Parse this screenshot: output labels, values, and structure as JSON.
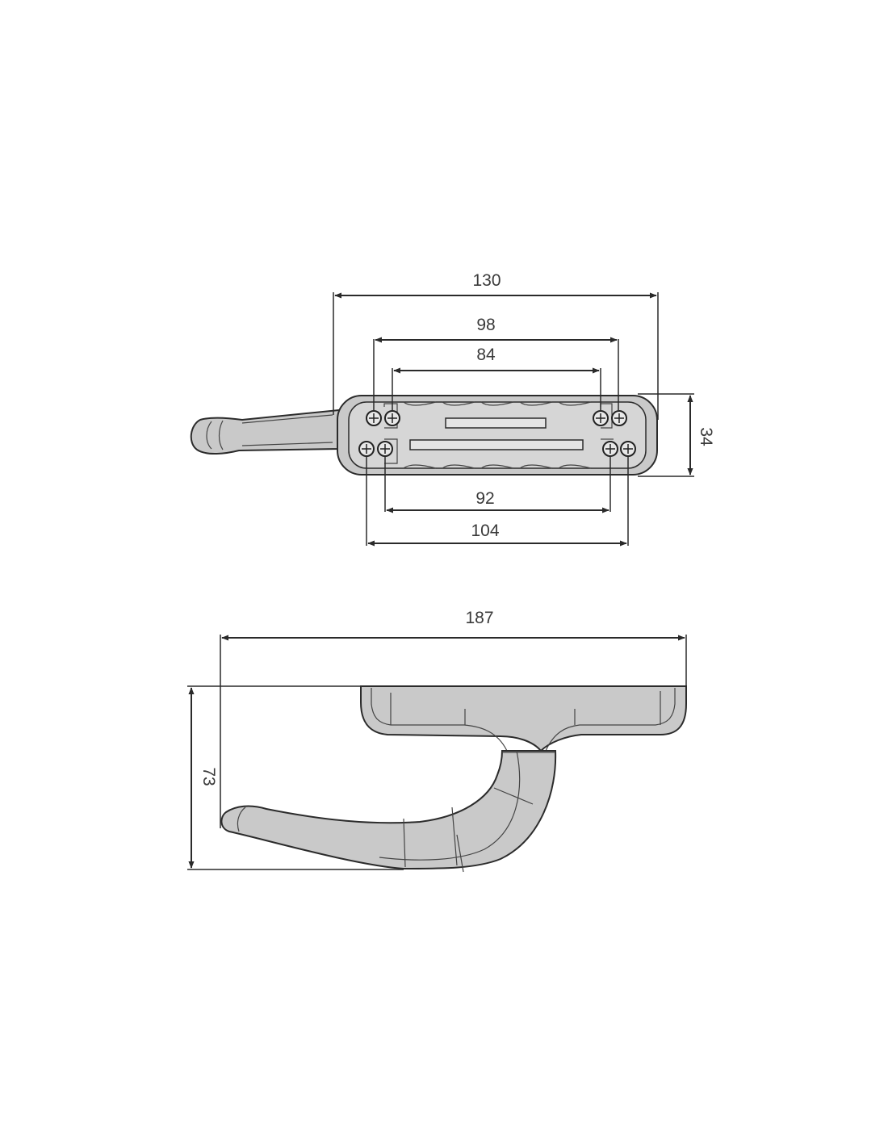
{
  "top_view": {
    "dimensions": {
      "overall_length": "130",
      "outer_hole_spacing": "98",
      "inner_hole_spacing": "84",
      "base_width": "34",
      "lower_inner_spacing": "92",
      "lower_outer_spacing": "104"
    }
  },
  "side_view": {
    "dimensions": {
      "overall_length": "187",
      "height": "73"
    }
  },
  "colors": {
    "part_fill": "#c9c9c9",
    "part_highlight": "#dcdcdc",
    "line": "#2a2a2a"
  }
}
